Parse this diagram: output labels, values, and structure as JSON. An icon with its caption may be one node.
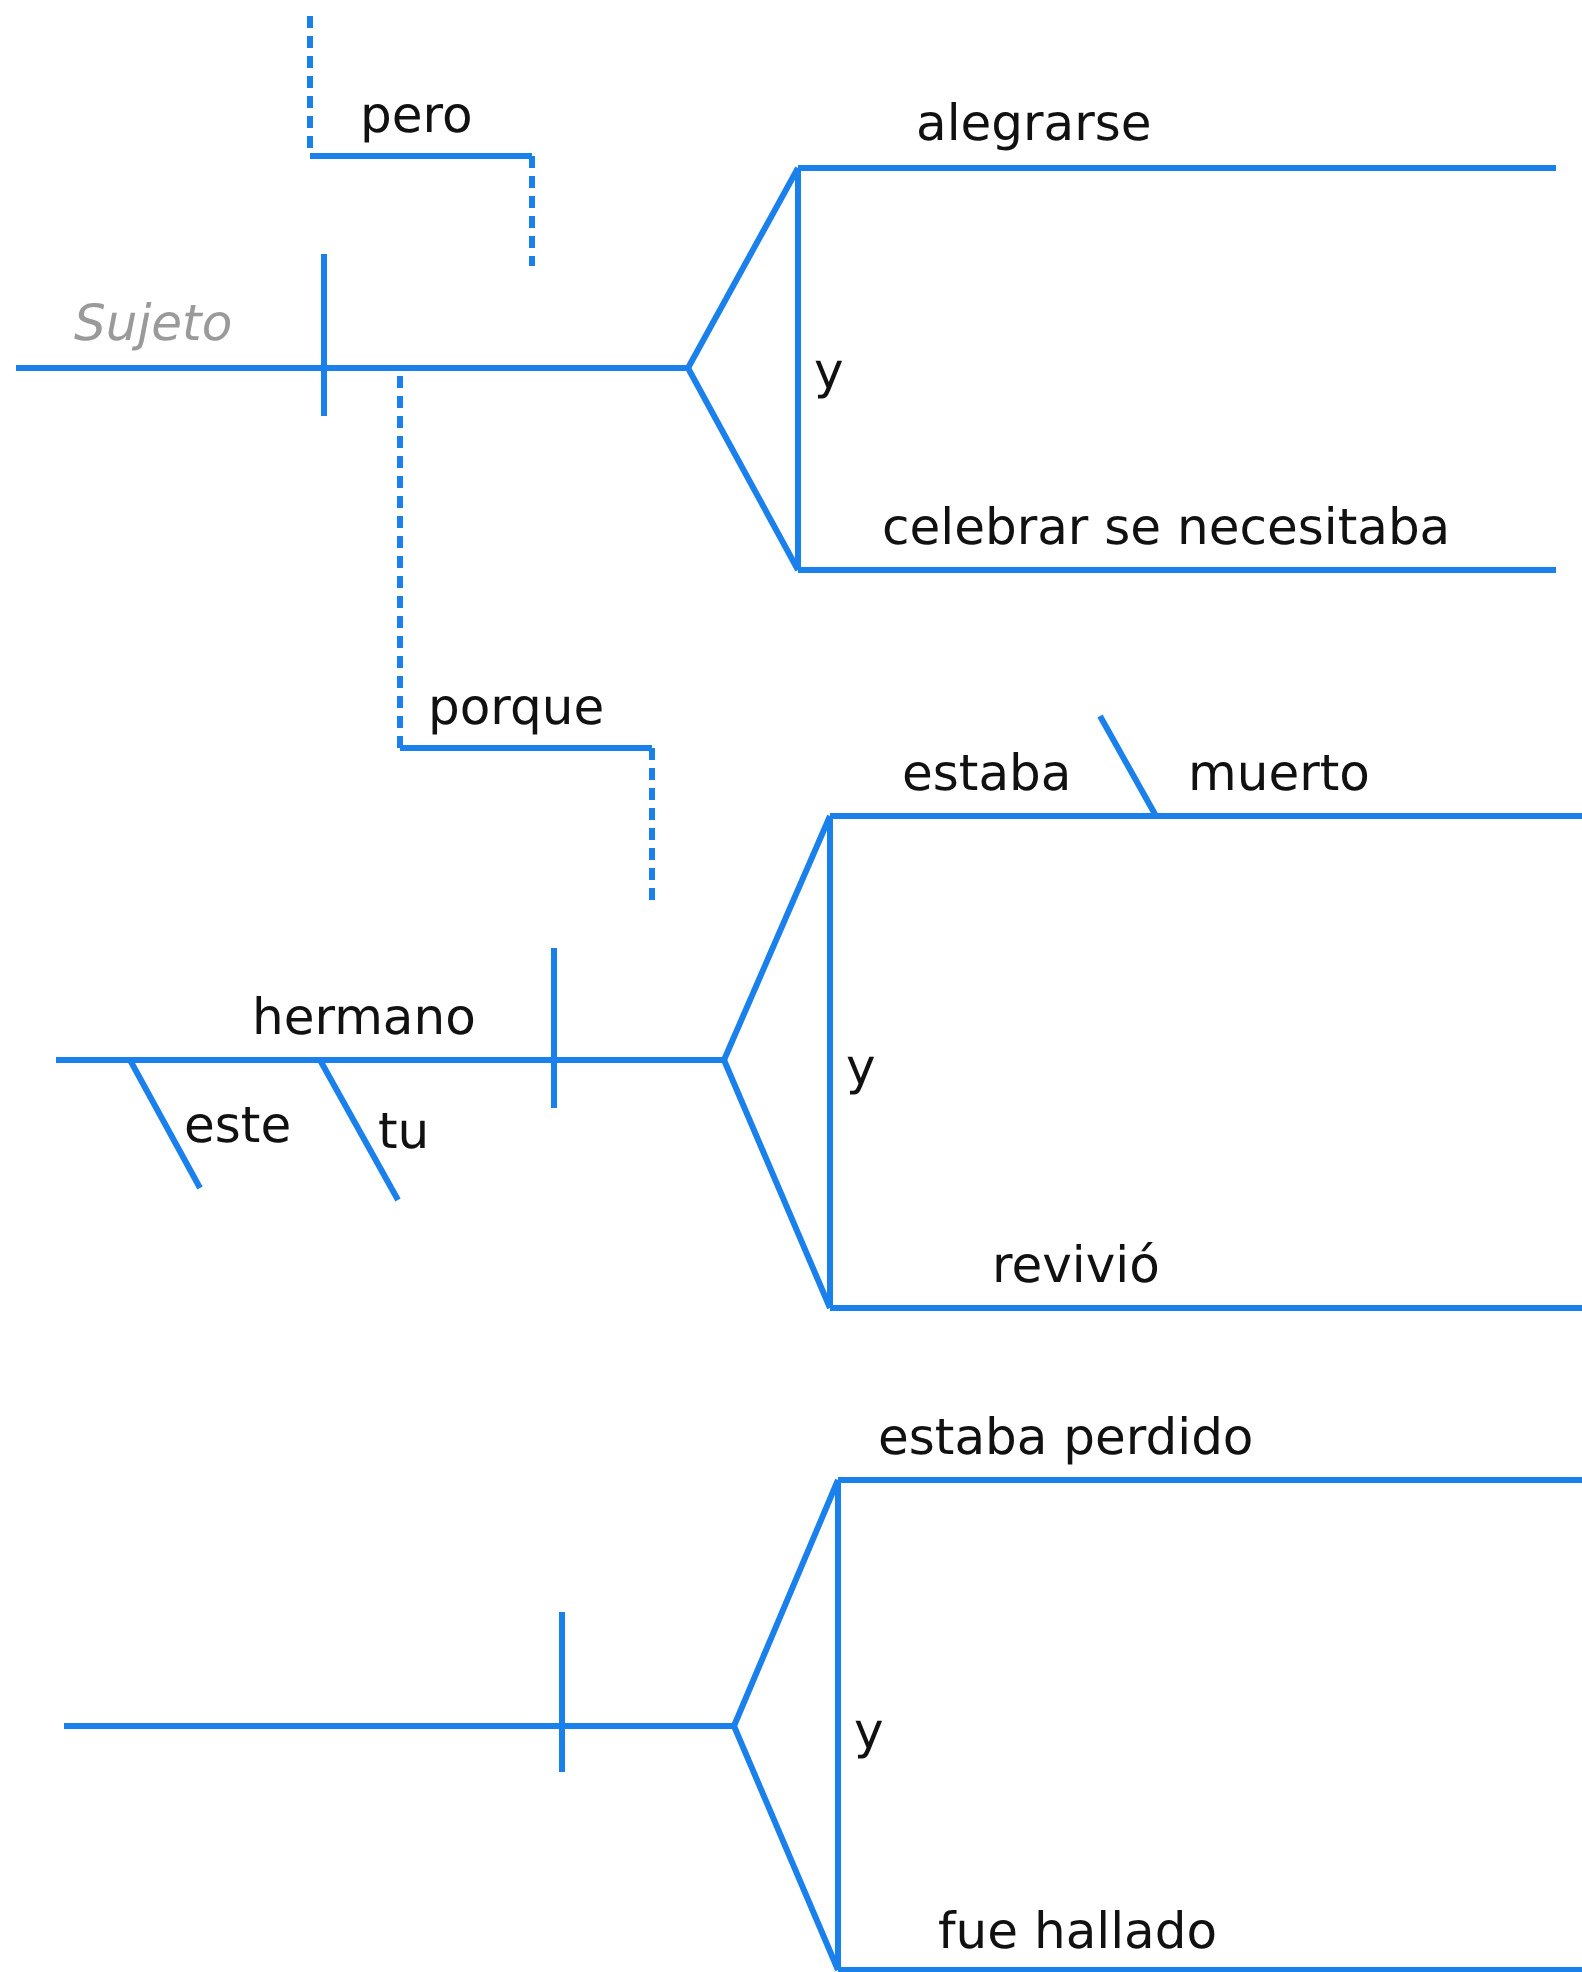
{
  "diagram": {
    "labels": [
      "pero",
      "alegrarse",
      "Sujeto",
      "y",
      "celebrar se necesitaba",
      "porque",
      "estaba",
      "muerto",
      "hermano",
      "y",
      "este",
      "tu",
      "revivió",
      "estaba perdido",
      "y",
      "fue hallado"
    ]
  }
}
